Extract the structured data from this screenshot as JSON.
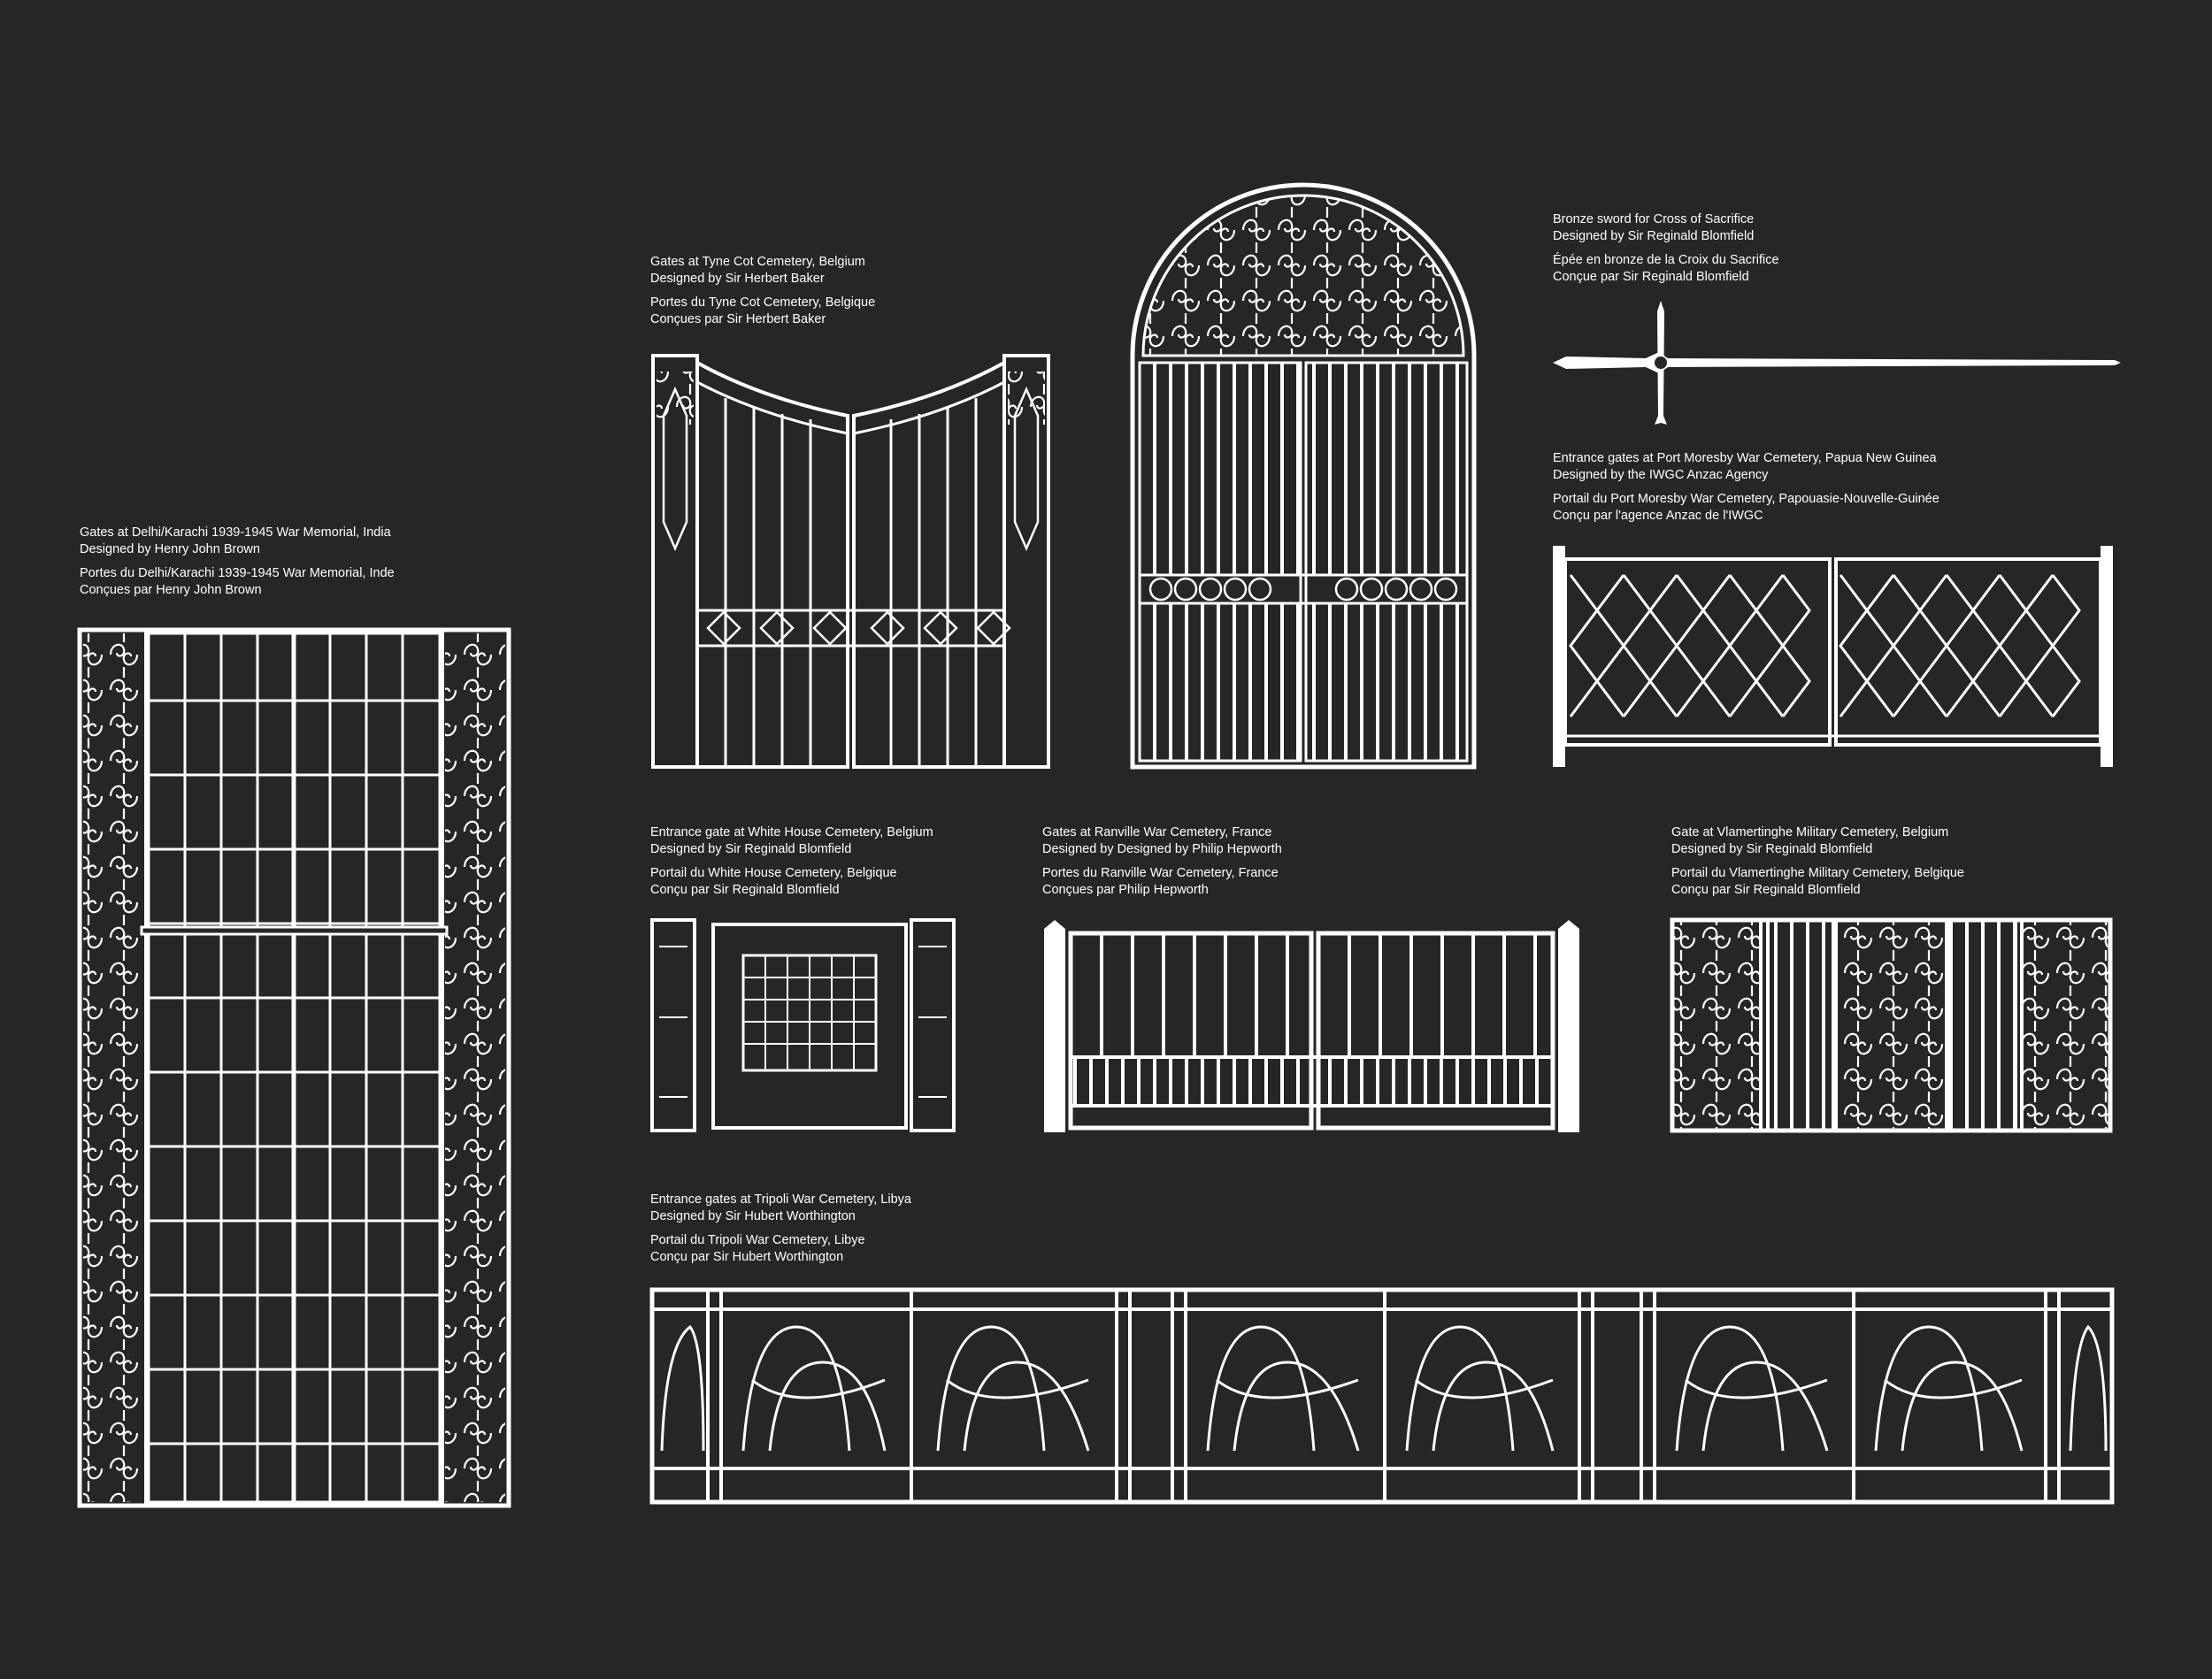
{
  "colors": {
    "background": "#262626",
    "linework": "#ffffff"
  },
  "captions": {
    "delhi": {
      "en1": "Gates at Delhi/Karachi 1939-1945 War Memorial, India",
      "en2": "Designed by Henry John Brown",
      "fr1": "Portes du Delhi/Karachi 1939-1945 War Memorial, Inde",
      "fr2": "Conçues par Henry John Brown"
    },
    "tynecot": {
      "en1": "Gates at Tyne Cot Cemetery, Belgium",
      "en2": "Designed by Sir Herbert Baker",
      "fr1": "Portes du Tyne Cot Cemetery, Belgique",
      "fr2": "Conçues par Sir Herbert Baker"
    },
    "sword": {
      "en1": "Bronze sword for Cross of Sacrifice",
      "en2": "Designed by Sir Reginald Blomfield",
      "fr1": "Épée en bronze de la Croix du Sacrifice",
      "fr2": "Conçue par Sir Reginald Blomfield"
    },
    "moresby": {
      "en1": "Entrance gates at Port Moresby War Cemetery, Papua New Guinea",
      "en2": "Designed by the IWGC Anzac Agency",
      "fr1": "Portail du Port Moresby War Cemetery, Papouasie-Nouvelle-Guinée",
      "fr2": "Conçu par l'agence Anzac de l'IWGC"
    },
    "whitehouse": {
      "en1": "Entrance gate at White House Cemetery, Belgium",
      "en2": "Designed by Sir Reginald Blomfield",
      "fr1": "Portail du White House Cemetery, Belgique",
      "fr2": "Conçu par Sir Reginald Blomfield"
    },
    "ranville": {
      "en1": "Gates at Ranville War Cemetery, France",
      "en2": "Designed by Designed by Philip Hepworth",
      "fr1": "Portes du Ranville War Cemetery, France",
      "fr2": "Conçues par Philip Hepworth"
    },
    "vlamertinghe": {
      "en1": "Gate at Vlamertinghe Military Cemetery, Belgium",
      "en2": "Designed by Sir Reginald Blomfield",
      "fr1": "Portail du Vlamertinghe Military Cemetery, Belgique",
      "fr2": "Conçu par Sir Reginald Blomfield"
    },
    "tripoli": {
      "en1": "Entrance gates at Tripoli War Cemetery, Libya",
      "en2": "Designed by Sir Hubert Worthington",
      "fr1": "Portail du Tripoli War Cemetery, Libye",
      "fr2": "Conçu par Sir Hubert Worthington"
    }
  }
}
